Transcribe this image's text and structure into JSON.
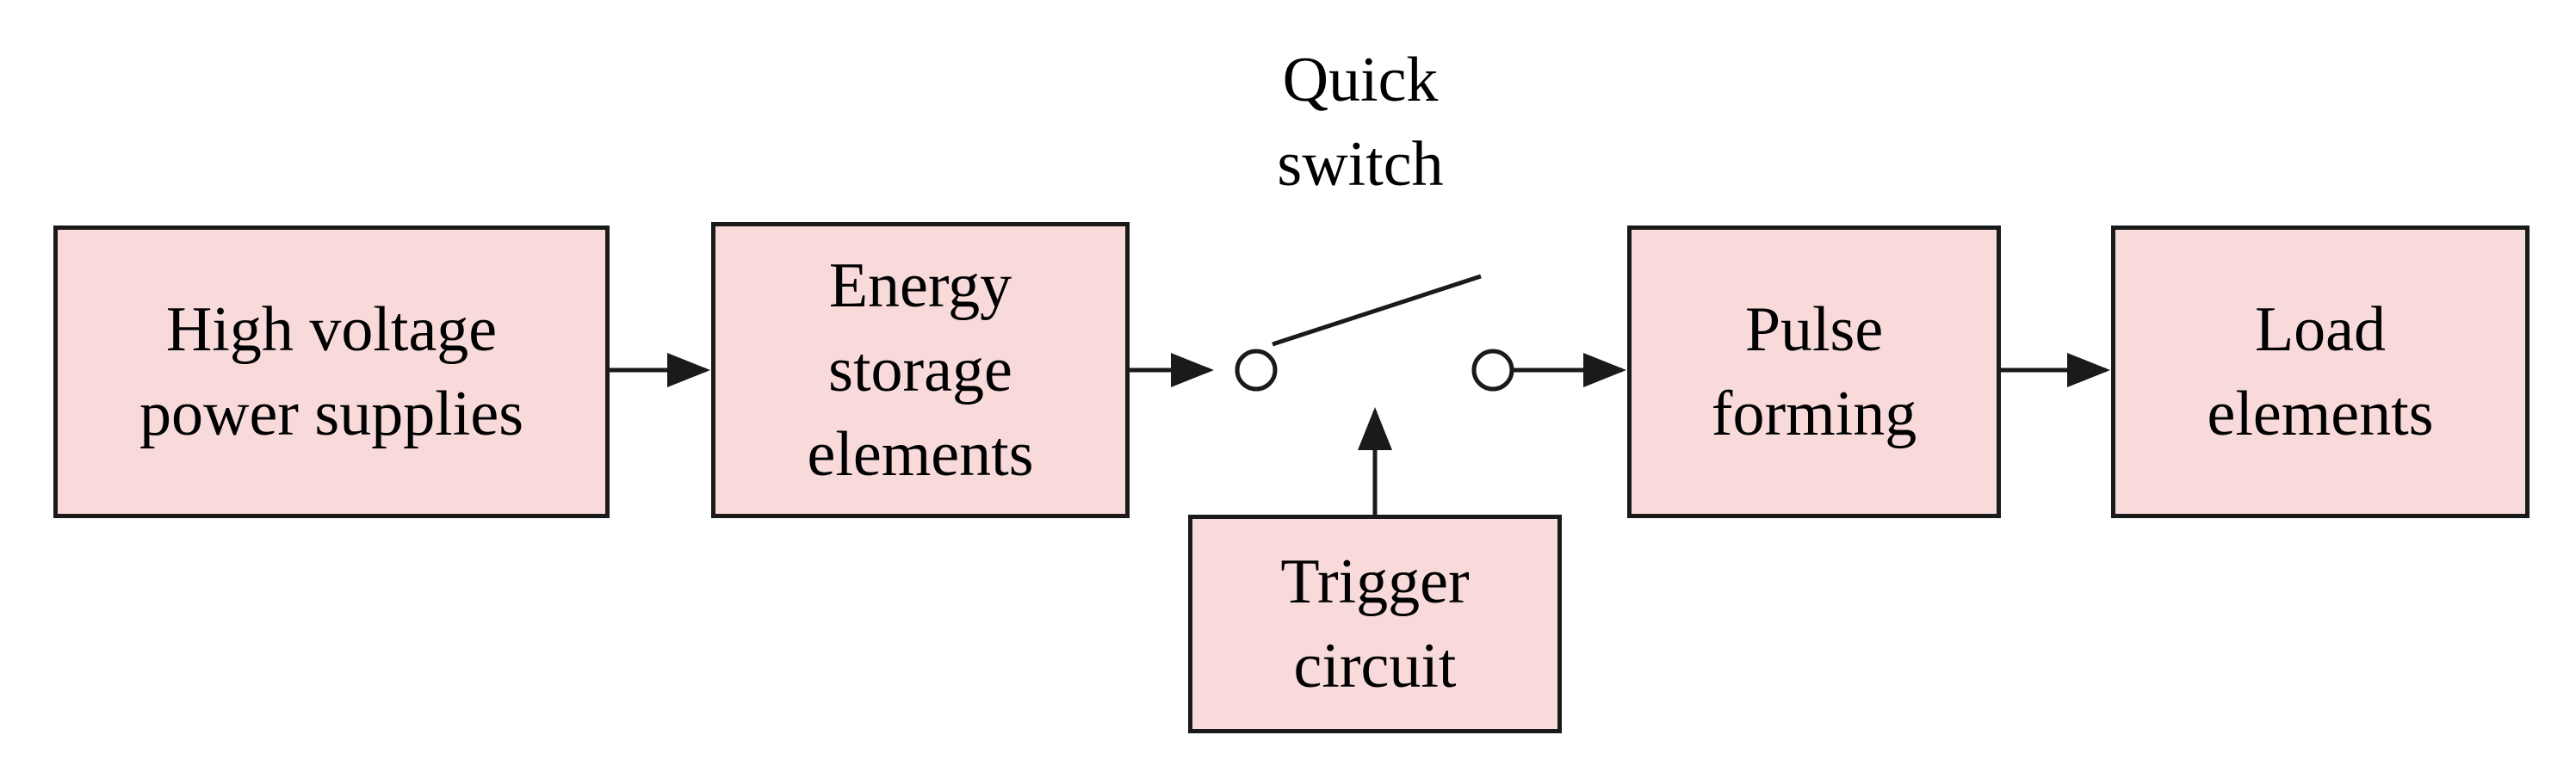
{
  "blocks": {
    "high_voltage": {
      "lines": [
        "High voltage",
        "power supplies"
      ]
    },
    "energy_storage": {
      "lines": [
        "Energy",
        "storage",
        "elements"
      ]
    },
    "pulse_forming": {
      "lines": [
        "Pulse",
        "forming"
      ]
    },
    "load": {
      "lines": [
        "Load",
        "elements"
      ]
    },
    "trigger": {
      "lines": [
        "Trigger",
        "circuit"
      ]
    }
  },
  "switch": {
    "lines": [
      "Quick",
      "switch"
    ]
  },
  "colors": {
    "block_fill": "#f8dada",
    "stroke": "#1a1a1a"
  }
}
